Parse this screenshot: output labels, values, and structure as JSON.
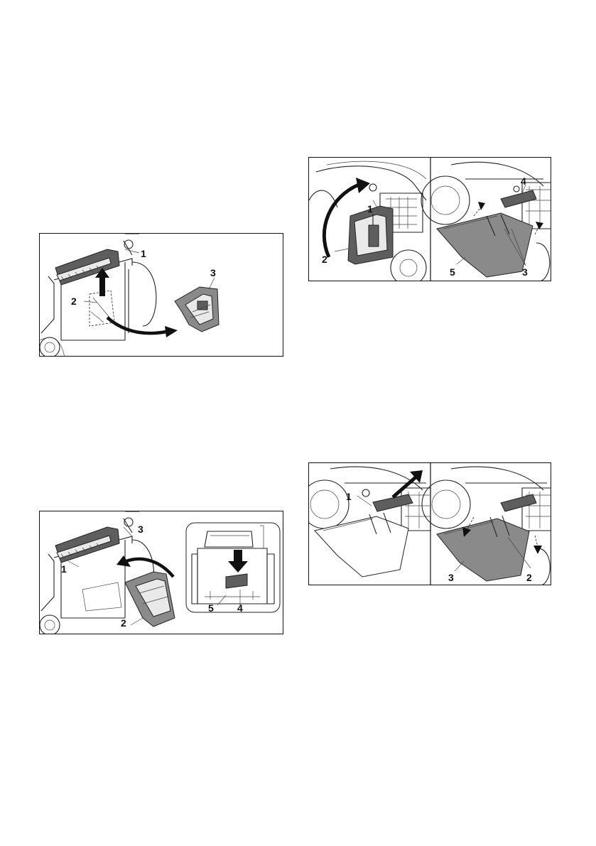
{
  "figures": [
    {
      "id": "fig-remove-insert",
      "callouts": [
        "1",
        "2",
        "3"
      ]
    },
    {
      "id": "fig-insert-mulch",
      "callouts": [
        "3",
        "1",
        "2",
        "5",
        "4"
      ]
    },
    {
      "id": "fig-fit-deflector",
      "callouts": [
        "1",
        "2",
        "4",
        "5",
        "3"
      ]
    },
    {
      "id": "fig-remove-deflector",
      "callouts": [
        "1",
        "3",
        "2"
      ]
    }
  ],
  "colors": {
    "line": "#111111",
    "part_fill": "#8a8a8a",
    "background": "#ffffff"
  }
}
